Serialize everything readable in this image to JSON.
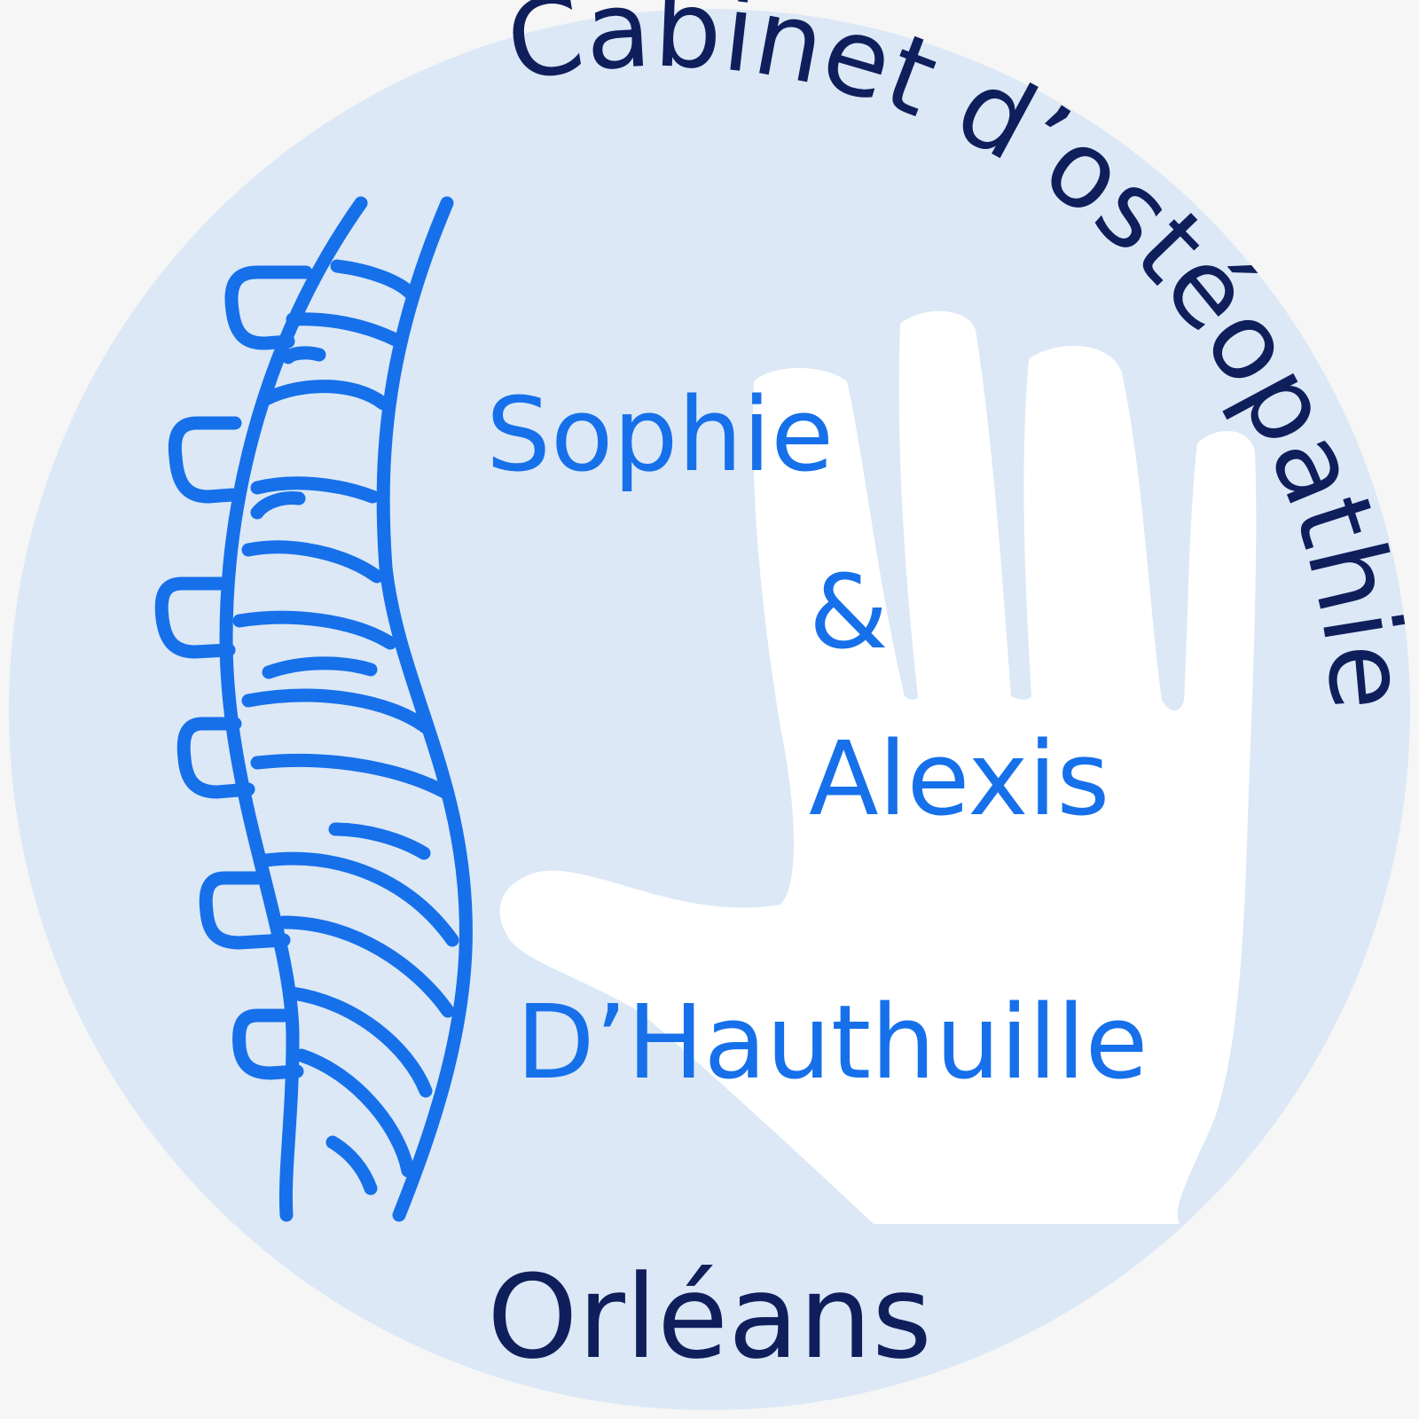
{
  "logo": {
    "arc_title": "Cabinet d’ostéopathie",
    "name_first": "Sophie",
    "ampersand": "&",
    "name_second": "Alexis",
    "surname": "D’Hauthuille",
    "city": "Orléans"
  },
  "colors": {
    "page_background": "#f6f6f6",
    "circle_fill": "#dce8f6",
    "dark_navy": "#0f1f5c",
    "bright_blue": "#1670ea",
    "hand_fill": "#ffffff"
  },
  "icons": [
    "spine-icon",
    "hand-icon"
  ]
}
